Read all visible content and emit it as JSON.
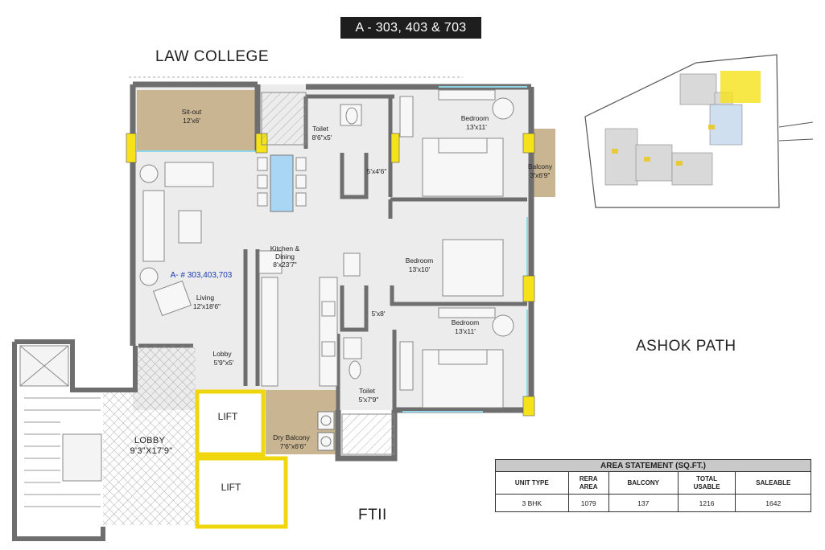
{
  "title": "A - 303, 403 & 703",
  "roads": {
    "north": "LAW COLLEGE",
    "east": "ASHOK PATH",
    "south": "FTII"
  },
  "unit_label": "A- # 303,403,703",
  "rooms": {
    "sitout": {
      "name": "Sit-out",
      "size": "12'x6'"
    },
    "toilet1": {
      "name": "Toilet",
      "size": "8'6\"x5'"
    },
    "bedroom1": {
      "name": "Bedroom",
      "size": "13'x11'"
    },
    "balcony": {
      "name": "Balcony",
      "size": "3'x6'9\""
    },
    "passage1": {
      "size": "5'x4'6\""
    },
    "kitchen": {
      "name": "Kitchen &",
      "name2": "Dining",
      "size": "8'x23'7\""
    },
    "bedroom2": {
      "name": "Bedroom",
      "size": "13'x10'"
    },
    "living": {
      "name": "Living",
      "size": "12'x18'6\""
    },
    "passage2": {
      "size": "5'x8'"
    },
    "bedroom3": {
      "name": "Bedroom",
      "size": "13'x11'"
    },
    "lobby_small": {
      "name": "Lobby",
      "size": "5'9\"x5'"
    },
    "toilet2": {
      "name": "Toilet",
      "size": "5'x7'9\""
    },
    "dry_balcony": {
      "name": "Dry Balcony",
      "size": "7'6\"x6'6\""
    },
    "lobby_main": {
      "name": "LOBBY",
      "size": "9'3\"X17'9\""
    },
    "lift1": "LIFT",
    "lift2": "LIFT"
  },
  "area_statement": {
    "heading": "AREA STATEMENT (SQ.FT.)",
    "columns": {
      "unit_type": "UNIT TYPE",
      "rera1": "RERA",
      "rera2": "AREA",
      "balcony": "BALCONY",
      "total1": "TOTAL",
      "total2": "USABLE",
      "saleable": "SALEABLE"
    },
    "row": {
      "unit_type": "3 BHK",
      "rera": "1079",
      "balcony": "137",
      "total": "1216",
      "saleable": "1642"
    }
  },
  "colors": {
    "wall": "#6e6e6e",
    "floor": "#e9e9e9",
    "sitout": "#c8b48f",
    "column": "#f5e21a",
    "lift_border": "#f0d60c",
    "window": "#8fd6e6",
    "dining_table": "#a9d6f2"
  }
}
